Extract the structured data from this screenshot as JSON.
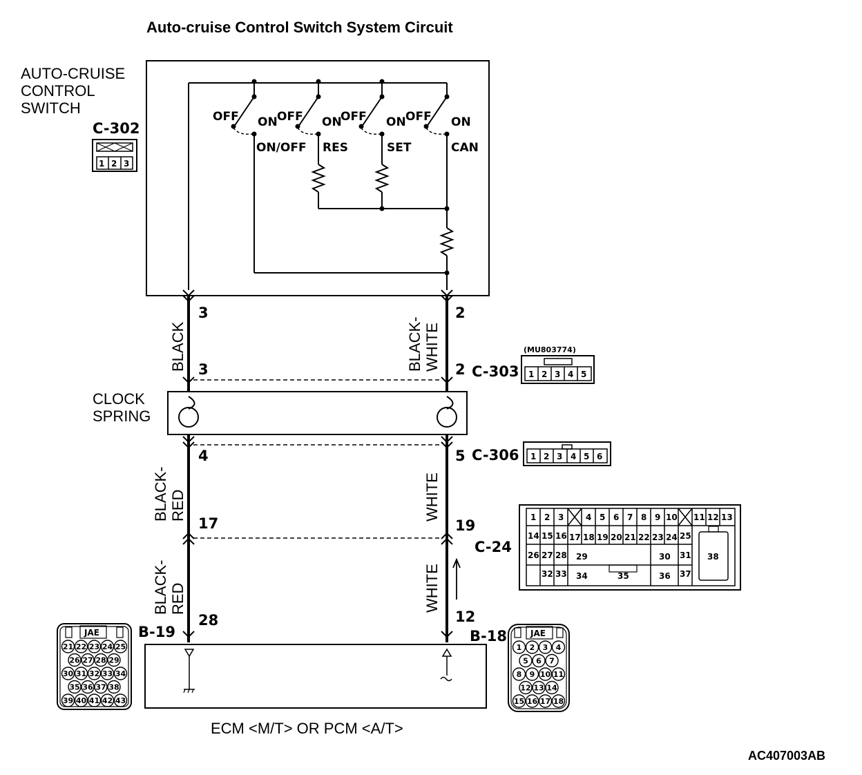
{
  "title": "Auto-cruise Control Switch System Circuit",
  "switch_block": {
    "label_lines": [
      "AUTO-CRUISE",
      "CONTROL",
      "SWITCH"
    ],
    "connector": "C-302",
    "connector_pins": [
      "1",
      "2",
      "3"
    ],
    "switches": [
      {
        "off": "OFF",
        "on": "ON",
        "name": "ON/OFF"
      },
      {
        "off": "OFF",
        "on": "ON",
        "name": "RES"
      },
      {
        "off": "OFF",
        "on": "ON",
        "name": "SET"
      },
      {
        "off": "OFF",
        "on": "ON",
        "name": "CAN"
      }
    ]
  },
  "wires": {
    "left_upper": "BLACK",
    "right_upper_line1": "BLACK-",
    "right_upper_line2": "WHITE",
    "left_mid_line1": "BLACK-",
    "left_mid_line2": "RED",
    "right_mid": "WHITE",
    "left_low_line1": "BLACK-",
    "left_low_line2": "RED",
    "right_low": "WHITE"
  },
  "pins": {
    "l_c302": "3",
    "r_c302": "2",
    "l_c303": "3",
    "r_c303": "2",
    "l_c306": "4",
    "r_c306": "5",
    "l_c24": "17",
    "r_c24": "19",
    "l_ecm": "28",
    "r_ecm": "12"
  },
  "connectors": {
    "c303": "C-303",
    "c303_part": "(MU803774)",
    "c303_pins": [
      "1",
      "2",
      "3",
      "4",
      "5"
    ],
    "c306": "C-306",
    "c306_pins": [
      "1",
      "2",
      "3",
      "4",
      "5",
      "6"
    ],
    "c24": "C-24",
    "c24_pins": {
      "row1a": [
        "1",
        "2",
        "3"
      ],
      "row1b": [
        "4",
        "5",
        "6",
        "7",
        "8",
        "9",
        "10"
      ],
      "row1c": [
        "11",
        "12",
        "13"
      ],
      "row2": [
        "14",
        "15",
        "16",
        "17",
        "18",
        "19",
        "20",
        "21",
        "22",
        "23",
        "24",
        "25"
      ],
      "row3a": [
        "26",
        "27",
        "28"
      ],
      "p29": "29",
      "p30": "30",
      "p31": "31",
      "row4a": [
        "32",
        "33"
      ],
      "p34": "34",
      "p35": "35",
      "p36": "36",
      "p37": "37",
      "p38": "38"
    },
    "b19": "B-19",
    "b19_brand": "JAE",
    "b19_rows": [
      [
        "21",
        "22",
        "23",
        "24",
        "25"
      ],
      [
        "26",
        "27",
        "28",
        "29"
      ],
      [
        "30",
        "31",
        "32",
        "33",
        "34"
      ],
      [
        "35",
        "36",
        "37",
        "38"
      ],
      [
        "39",
        "40",
        "41",
        "42",
        "43"
      ]
    ],
    "b18": "B-18",
    "b18_brand": "JAE",
    "b18_rows": [
      [
        "1",
        "2",
        "3",
        "4"
      ],
      [
        "5",
        "6",
        "7"
      ],
      [
        "8",
        "9",
        "10",
        "11"
      ],
      [
        "12",
        "13",
        "14"
      ],
      [
        "15",
        "16",
        "17",
        "18"
      ]
    ]
  },
  "clock_spring_lines": [
    "CLOCK",
    "SPRING"
  ],
  "ecm_label": "ECM <M/T> OR PCM <A/T>",
  "ref_code": "AC407003AB"
}
